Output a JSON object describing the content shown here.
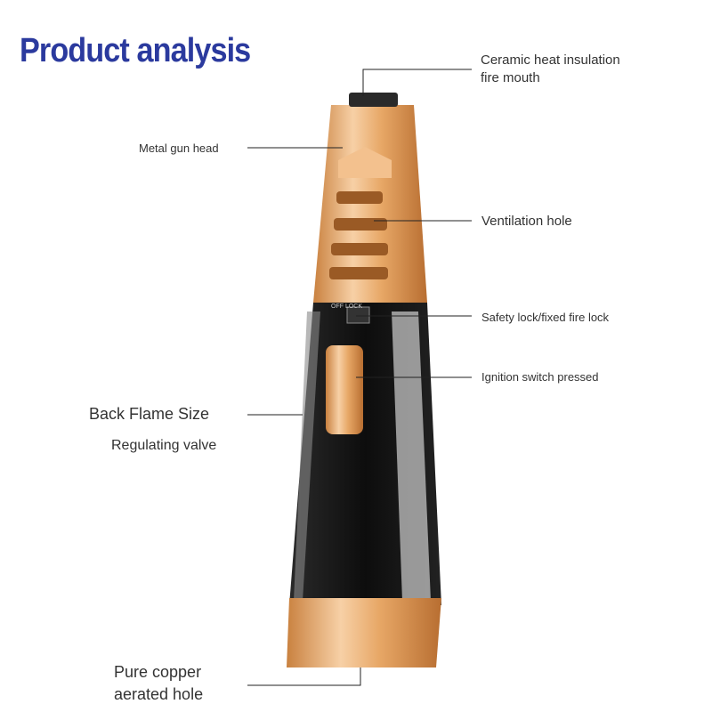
{
  "title": "Product analysis",
  "labels": {
    "ceramic_line1": "Ceramic heat insulation",
    "ceramic_line2": "fire mouth",
    "metal_gun_head": "Metal gun head",
    "ventilation_hole": "Ventilation hole",
    "safety_lock": "Safety lock/fixed fire lock",
    "ignition_switch": "Ignition switch pressed",
    "back_flame_line1": "Back Flame Size",
    "back_flame_line2": "Regulating valve",
    "copper_line1": "Pure copper",
    "copper_line2": "aerated hole"
  },
  "switch_text": "OFF LOCK",
  "colors": {
    "title": "#2b3a9e",
    "gold": "#e8a96a",
    "body": "#151515"
  }
}
